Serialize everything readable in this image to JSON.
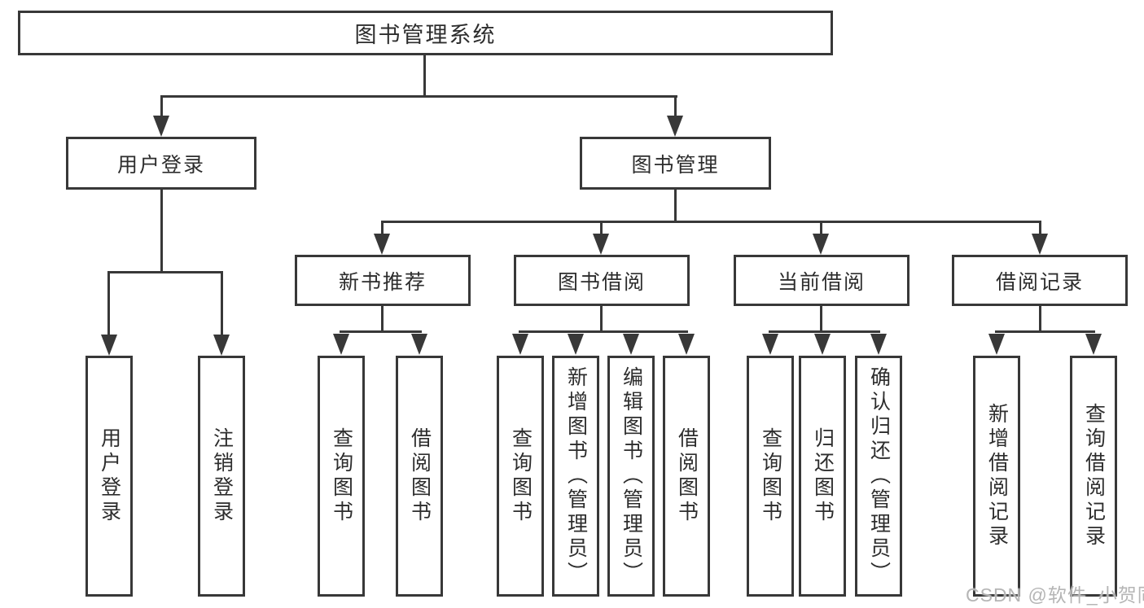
{
  "diagram": {
    "type": "hierarchy-tree",
    "colors": {
      "line": "#383838",
      "box_border": "#383838",
      "text": "#2d2d2d",
      "background": "#ffffff",
      "watermark_text": "#b5b5b5"
    },
    "root": {
      "label": "图书管理系统",
      "children": [
        {
          "label": "用户登录",
          "children": [
            {
              "label": "用户登录"
            },
            {
              "label": "注销登录"
            }
          ]
        },
        {
          "label": "图书管理",
          "children": [
            {
              "label": "新书推荐",
              "children": [
                {
                  "label": "查询图书"
                },
                {
                  "label": "借阅图书"
                }
              ]
            },
            {
              "label": "图书借阅",
              "children": [
                {
                  "label": "查询图书"
                },
                {
                  "label": "新增图书（管理员）"
                },
                {
                  "label": "编辑图书（管理员）"
                },
                {
                  "label": "借阅图书"
                }
              ]
            },
            {
              "label": "当前借阅",
              "children": [
                {
                  "label": "查询图书"
                },
                {
                  "label": "归还图书"
                },
                {
                  "label": "确认归还（管理员）"
                }
              ]
            },
            {
              "label": "借阅记录",
              "children": [
                {
                  "label": "新增借阅记录"
                },
                {
                  "label": "查询借阅记录"
                }
              ]
            }
          ]
        }
      ]
    },
    "watermark": "CSDN @软件_小贺同学"
  }
}
